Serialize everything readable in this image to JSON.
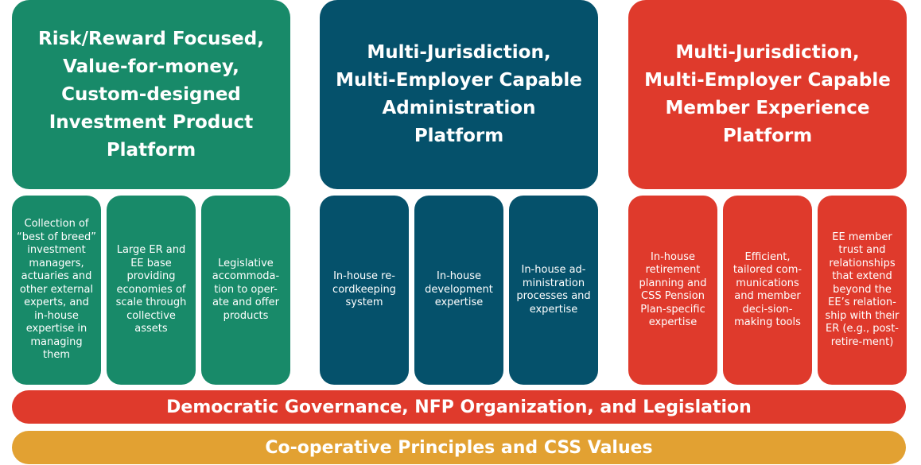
{
  "colors": {
    "green": "#188a69",
    "navy": "#05516b",
    "red": "#df3a2c",
    "gold": "#e2a132"
  },
  "pillars": [
    {
      "title": "Risk/Reward Focused, Value-for-money, Custom-designed Investment Product Platform",
      "items": [
        "Collection of “best of breed” investment managers, actuaries and other external experts, and in-house expertise in managing them",
        "Large ER and EE base providing economies of scale through collective assets",
        "Legislative accommoda-tion to oper-ate and offer products"
      ]
    },
    {
      "title": "Multi-Jurisdiction, Multi-Employer Capable Administration Platform",
      "items": [
        "In-house re-cordkeeping system",
        "In-house development expertise",
        "In-house ad-ministration processes and expertise"
      ]
    },
    {
      "title": "Multi-Jurisdiction, Multi-Employer Capable Member Experience Platform",
      "items": [
        "In-house retirement planning and CSS Pension Plan-specific expertise",
        "Efficient, tailored com-munications and member deci-sion-making tools",
        "EE member trust and relationships that extend beyond the EE’s relation-ship with their ER (e.g., post-retire-ment)"
      ]
    }
  ],
  "foundations": {
    "governance": "Democratic Governance, NFP Organization, and Legislation",
    "values": "Co-operative Principles and CSS Values"
  }
}
